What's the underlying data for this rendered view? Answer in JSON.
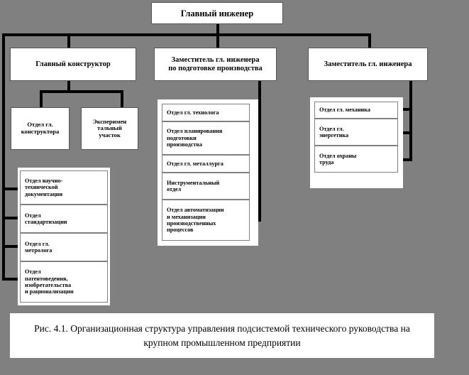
{
  "figure": {
    "background_color": "#808080",
    "box_fill": "#ffffff",
    "line_color": "#000000",
    "caption": "Рис. 4.1. Организационная структура управления подсистемой технического руководства на крупном промышленном предприятии"
  },
  "chart_data": {
    "type": "diagram",
    "title": "Рис. 4.1. Организационная структура управления подсистемой технического руководства на крупном промышленном предприятии",
    "root": "Главный инженер",
    "branches": [
      {
        "head": "Главный конструктор",
        "children": [
          "Отдел гл. конструктора",
          "Экспериментальный участок"
        ],
        "list": [
          "Отдел научно-технической документации",
          "Отдел стандартизации",
          "Отдел гл. метролога",
          "Отдел патентоведения, изобретательства и рационализации"
        ]
      },
      {
        "head": "Заместитель гл. инженера по подготовке производства",
        "children": [],
        "list": [
          "Отдел гл. технолога",
          "Отдел планирования подготовки производства",
          "Отдел гл. металлурга",
          "Инструментальный отдел",
          "Отдел автоматизации и механизации производственных процессов"
        ]
      },
      {
        "head": "Заместитель гл. инженера",
        "children": [],
        "list": [
          "Отдел гл. механика",
          "Отдел гл. энергетика",
          "Отдел охраны труда"
        ]
      }
    ]
  },
  "nodes": {
    "root": "Главный инженер",
    "level2": {
      "left": "Главный конструктор",
      "middle_line1": "Заместитель гл. инженера",
      "middle_line2": "по подготовке производства",
      "right": "Заместитель гл. инженера"
    },
    "level3_left": {
      "a_line1": "Отдел гл.",
      "a_line2": "конструктора",
      "b_line1": "Эксперимен",
      "b_line2": "тальный",
      "b_line3": "участок"
    },
    "left_column": [
      {
        "l1": "Отдел научно-",
        "l2": "технической",
        "l3": "документации"
      },
      {
        "l1": "Отдел",
        "l2": "стандартизации"
      },
      {
        "l1": "Отдел гл.",
        "l2": "метролога"
      },
      {
        "l1": "Отдел",
        "l2": "патентоведения,",
        "l3": "изобретательства",
        "l4": "и рационализации"
      }
    ],
    "middle_column": [
      {
        "l1": "Отдел гл. технолога"
      },
      {
        "l1": "Отдел планирования",
        "l2": "подготовки",
        "l3": "производства"
      },
      {
        "l1": "Отдел  гл. металлурга"
      },
      {
        "l1": "Инструментальный",
        "l2": "отдел"
      },
      {
        "l1": "Отдел автоматизации",
        "l2": "и механизации",
        "l3": "производственных",
        "l4": "процессов"
      }
    ],
    "right_column": [
      {
        "l1": "Отдел гл. механика"
      },
      {
        "l1": "Отдел гл.",
        "l2": "энергетика"
      },
      {
        "l1": "Отдел охраны",
        "l2": "труда"
      }
    ]
  }
}
